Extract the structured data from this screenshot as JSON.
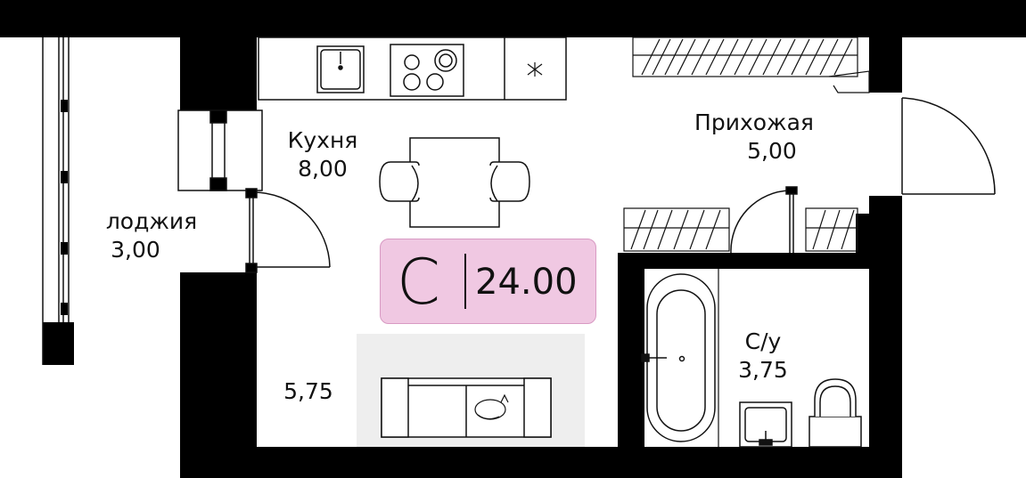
{
  "rooms": {
    "kitchen": {
      "name": "Кухня",
      "area": "8,00"
    },
    "hallway": {
      "name": "Прихожая",
      "area": "5,00"
    },
    "loggia": {
      "name": "лоджия",
      "area": "3,00"
    },
    "living": {
      "area": "5,75"
    },
    "bathroom": {
      "name": "С/у",
      "area": "3,75"
    }
  },
  "badge": {
    "type": "С",
    "total_area": "24.00",
    "color": "#f0c8e2"
  },
  "colors": {
    "wall": "#000000",
    "rug": "#eeeeee",
    "line": "#111111"
  }
}
